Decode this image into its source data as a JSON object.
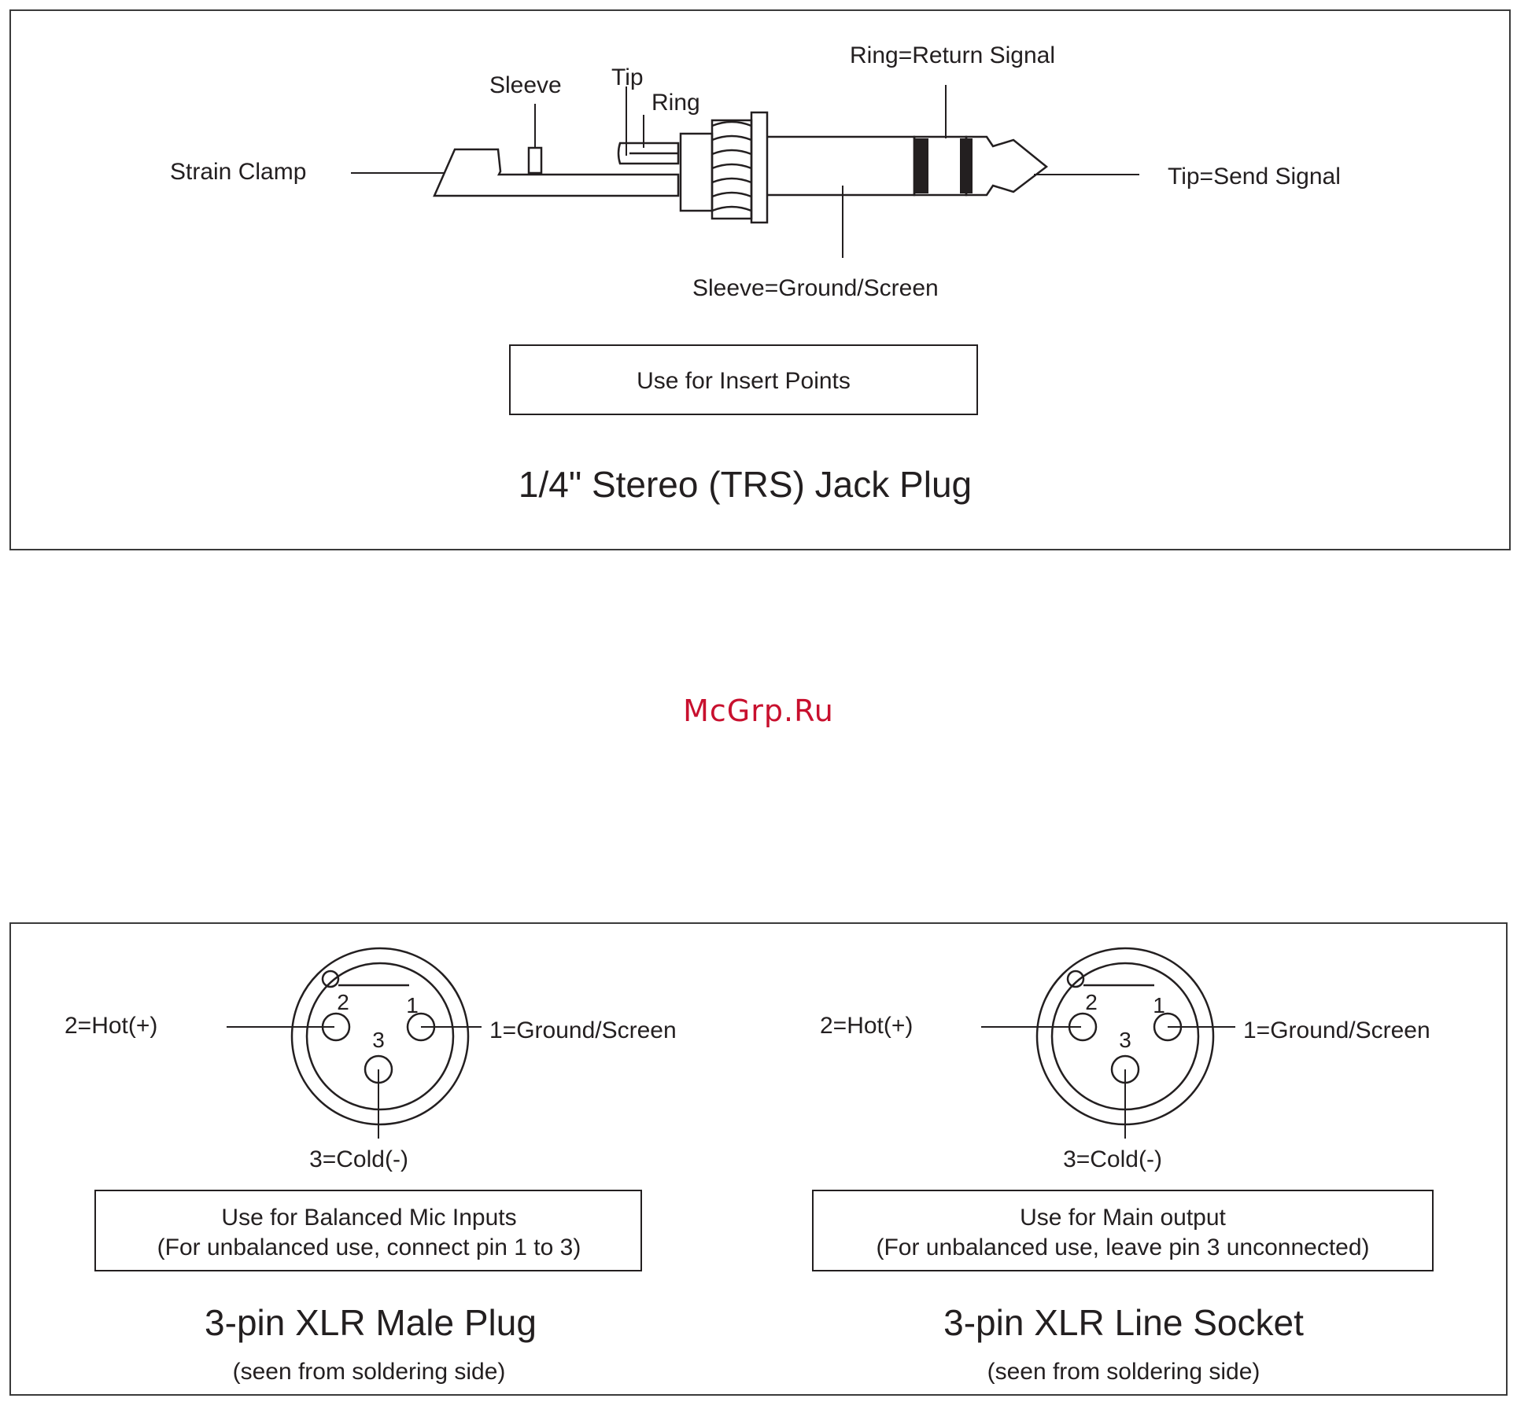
{
  "trs": {
    "labels": {
      "strain_clamp": "Strain Clamp",
      "sleeve": "Sleeve",
      "tip": "Tip",
      "ring": "Ring",
      "ring_return": "Ring=Return Signal",
      "tip_send": "Tip=Send Signal",
      "sleeve_ground": "Sleeve=Ground/Screen"
    },
    "usage": "Use for Insert Points",
    "title": "1/4\" Stereo (TRS) Jack Plug"
  },
  "watermark": "McGrp.Ru",
  "xlr_male": {
    "pins": {
      "p1": "1",
      "p2": "2",
      "p3": "3"
    },
    "labels": {
      "hot": "2=Hot(+)",
      "ground": "1=Ground/Screen",
      "cold": "3=Cold(-)"
    },
    "usage_line1": "Use for Balanced Mic Inputs",
    "usage_line2": "(For unbalanced use, connect pin 1 to 3)",
    "title": "3-pin XLR Male Plug",
    "subtitle": "(seen from soldering side)"
  },
  "xlr_socket": {
    "pins": {
      "p1": "1",
      "p2": "2",
      "p3": "3"
    },
    "labels": {
      "hot": "2=Hot(+)",
      "ground": "1=Ground/Screen",
      "cold": "3=Cold(-)"
    },
    "usage_line1": "Use for Main output",
    "usage_line2": "(For unbalanced use, leave pin 3 unconnected)",
    "title": "3-pin XLR Line Socket",
    "subtitle": "(seen from soldering side)"
  }
}
